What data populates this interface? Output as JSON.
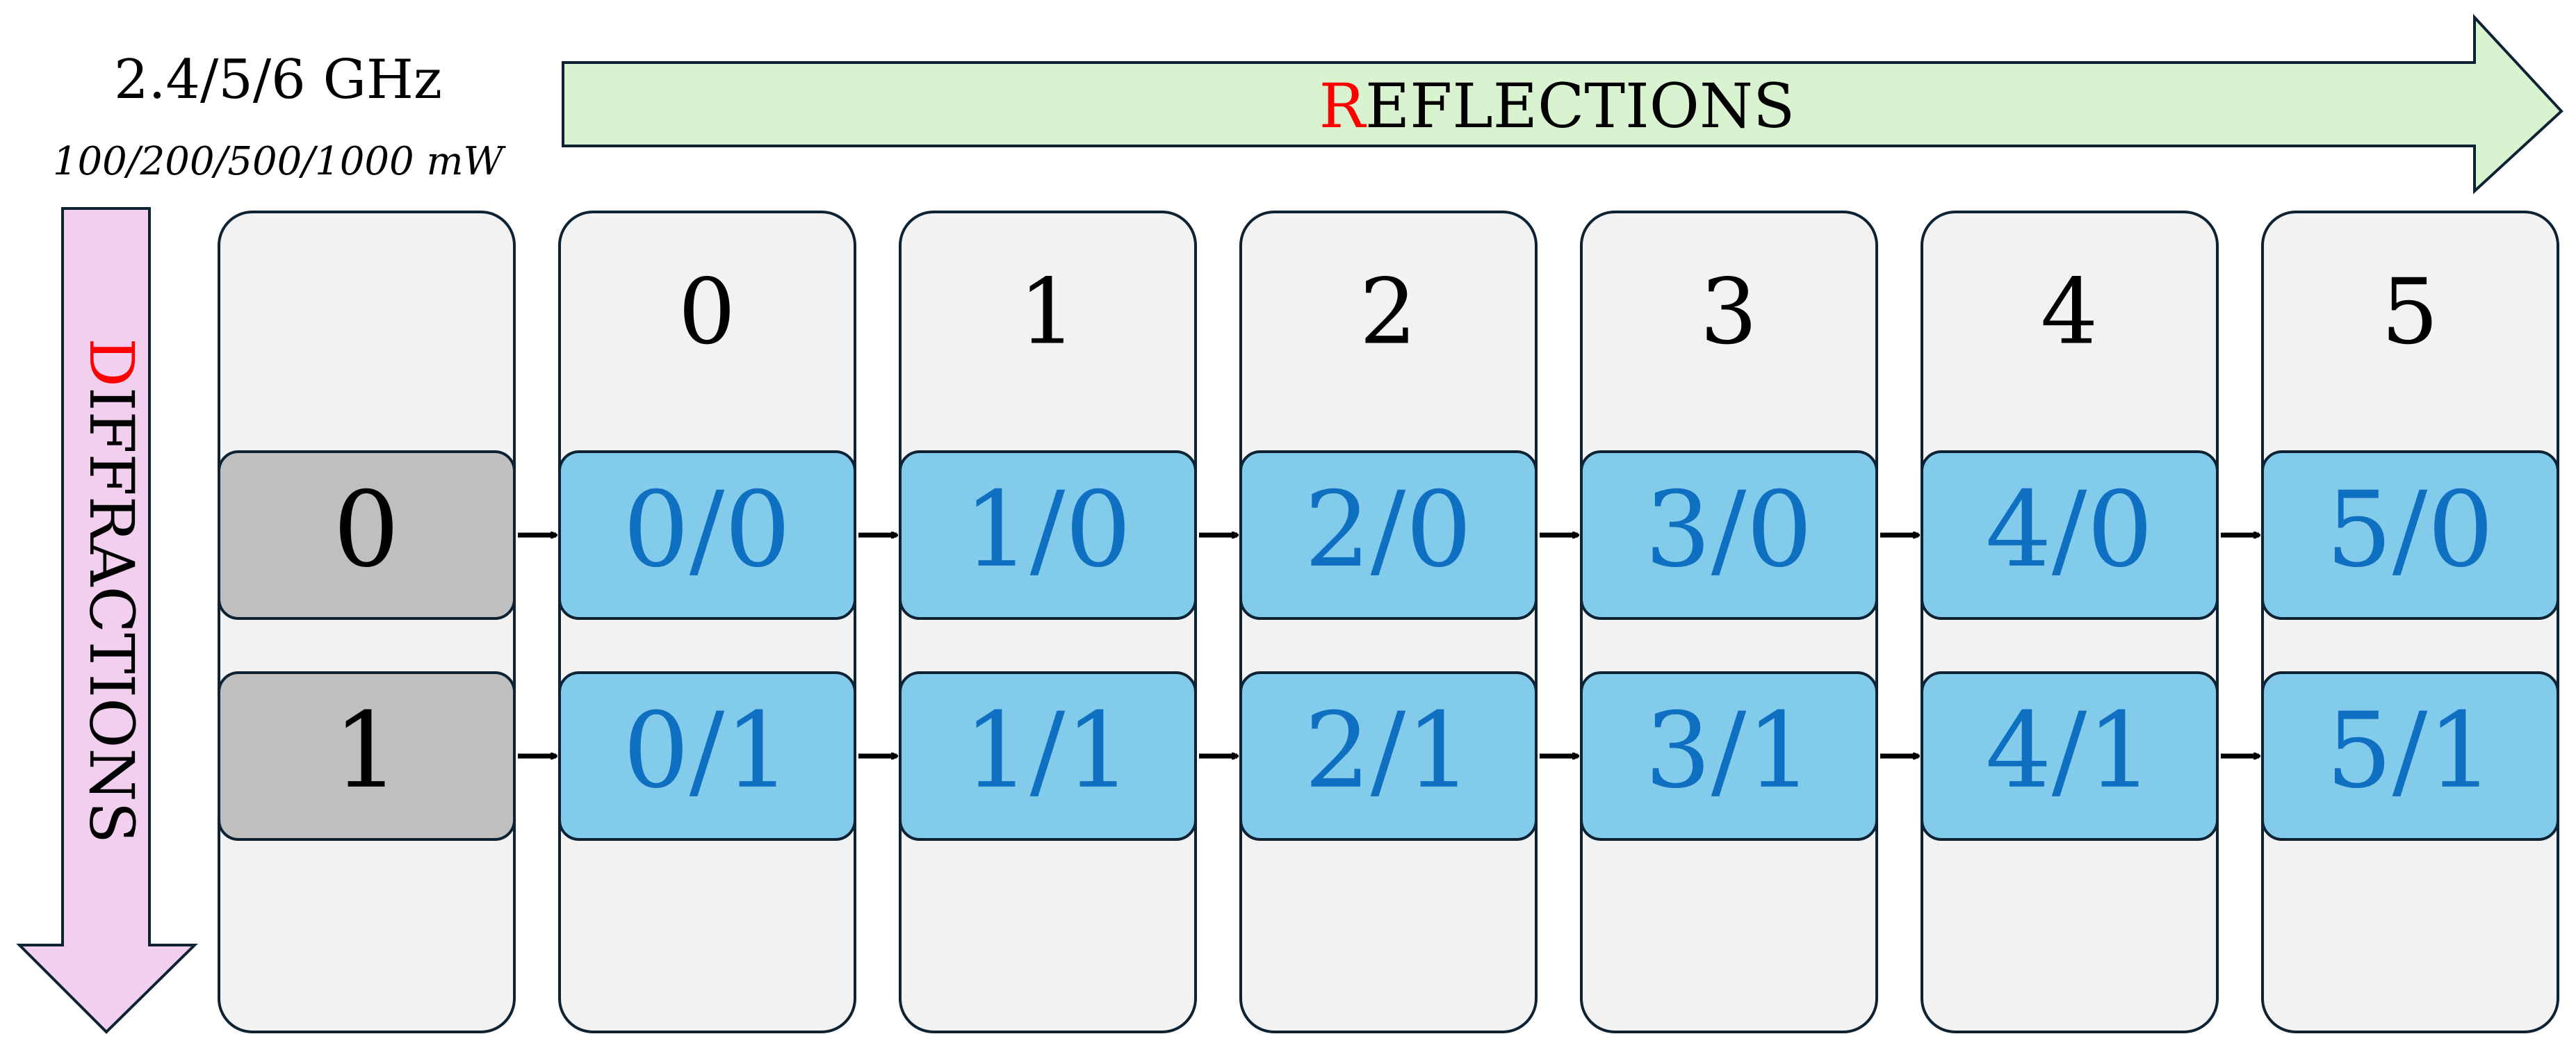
{
  "header": {
    "band": "2.4/5/6 GHz",
    "power": "100/200/500/1000 mW"
  },
  "reflections_arrow": {
    "initial": "R",
    "rest": "EFLECTIONS"
  },
  "diffractions_arrow": {
    "initial": "D",
    "rest": "IFFRACTIONS"
  },
  "reflection_headers": [
    "0",
    "1",
    "2",
    "3",
    "4",
    "5"
  ],
  "diffraction_rows": [
    {
      "label": "0",
      "cells": [
        "0/0",
        "1/0",
        "2/0",
        "3/0",
        "4/0",
        "5/0"
      ]
    },
    {
      "label": "1",
      "cells": [
        "0/1",
        "1/1",
        "2/1",
        "3/1",
        "4/1",
        "5/1"
      ]
    }
  ],
  "colors": {
    "reflections_fill": "#d9f2d0",
    "diffractions_fill": "#f2ceef",
    "column_fill": "#f2f2f2",
    "row_label_fill": "#bfbfbf",
    "cell_fill": "#83cbeb",
    "cell_text": "#0f6fc1",
    "accent_red": "#ff0000",
    "stroke": "#0d2233"
  }
}
